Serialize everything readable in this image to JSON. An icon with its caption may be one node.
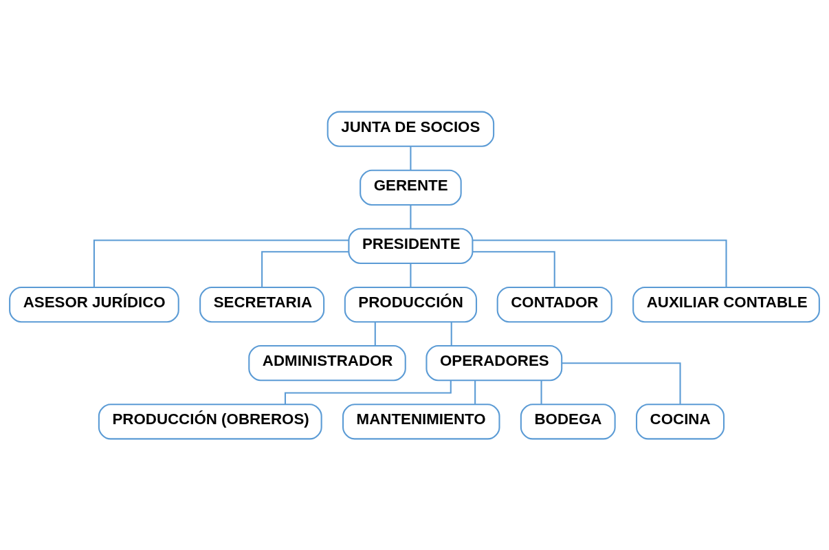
{
  "diagram": {
    "nodes": [
      {
        "text": [
          "JUNTA DE SOCIOS"
        ]
      },
      {
        "text": [
          "GERENTE"
        ]
      },
      {
        "text": [
          "PRESIDENTE"
        ]
      },
      {
        "text": [
          "ASESOR JURÍDICO"
        ]
      },
      {
        "text": [
          "SECRETARIA"
        ]
      },
      {
        "text": [
          "PRODUCCIÓN"
        ]
      },
      {
        "text": [
          "CONTADOR"
        ]
      },
      {
        "text": [
          "AUXILIAR CONTABLE"
        ]
      },
      {
        "text": [
          "ADMINISTRADOR"
        ]
      },
      {
        "text": [
          "OPERADORES"
        ]
      },
      {
        "text": [
          "PRODUCCIÓN (OBREROS)"
        ]
      },
      {
        "text": [
          "MANTENIMIENTO"
        ]
      },
      {
        "text": [
          "BODEGA"
        ]
      },
      {
        "text": [
          "COCINA"
        ]
      }
    ],
    "edges": [
      {
        "from": 0,
        "to": 1,
        "arrow": "none"
      },
      {
        "from": 1,
        "to": 2,
        "arrow": "none"
      },
      {
        "from": 2,
        "to": 3,
        "arrow": "none"
      },
      {
        "from": 2,
        "to": 4,
        "arrow": "none"
      },
      {
        "from": 2,
        "to": 5,
        "arrow": "none"
      },
      {
        "from": 2,
        "to": 6,
        "arrow": "none"
      },
      {
        "from": 2,
        "to": 7,
        "arrow": "none"
      },
      {
        "from": 5,
        "to": 8,
        "arrow": "none"
      },
      {
        "from": 5,
        "to": 9,
        "arrow": "none"
      },
      {
        "from": 9,
        "to": 10,
        "arrow": "none"
      },
      {
        "from": 9,
        "to": 11,
        "arrow": "none"
      },
      {
        "from": 9,
        "to": 12,
        "arrow": "none"
      },
      {
        "from": 9,
        "to": 13,
        "arrow": "none"
      }
    ]
  }
}
